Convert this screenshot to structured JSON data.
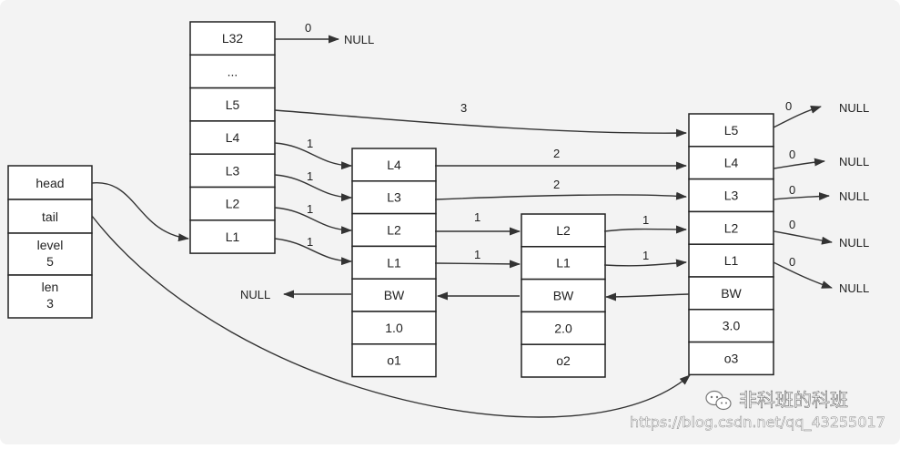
{
  "diagram": {
    "header_node": {
      "fields": [
        "head",
        "tail",
        "level\n5",
        "len\n3"
      ]
    },
    "header_levels": [
      "L32",
      "...",
      "L5",
      "L4",
      "L3",
      "L2",
      "L1"
    ],
    "nodes": [
      {
        "levels": [
          "L4",
          "L3",
          "L2",
          "L1"
        ],
        "backward": "BW",
        "score": "1.0",
        "obj": "o1"
      },
      {
        "levels": [
          "L2",
          "L1"
        ],
        "backward": "BW",
        "score": "2.0",
        "obj": "o2"
      },
      {
        "levels": [
          "L5",
          "L4",
          "L3",
          "L2",
          "L1"
        ],
        "backward": "BW",
        "score": "3.0",
        "obj": "o3"
      }
    ],
    "null_label": "NULL",
    "span_labels": {
      "l32_to_null": "0",
      "h_l5": "3",
      "h_l4": "1",
      "h_l3": "1",
      "h_l2": "1",
      "h_l1": "1",
      "n1_l4": "2",
      "n1_l3": "2",
      "n1_l2": "1",
      "n1_l1": "1",
      "n2_l2": "1",
      "n2_l1": "1",
      "n3_l5": "0",
      "n3_l4": "0",
      "n3_l3": "0",
      "n3_l2": "0",
      "n3_l1": "0"
    }
  },
  "watermark": {
    "name": "非科班的科班",
    "url": "https://blog.csdn.net/qq_43255017"
  }
}
